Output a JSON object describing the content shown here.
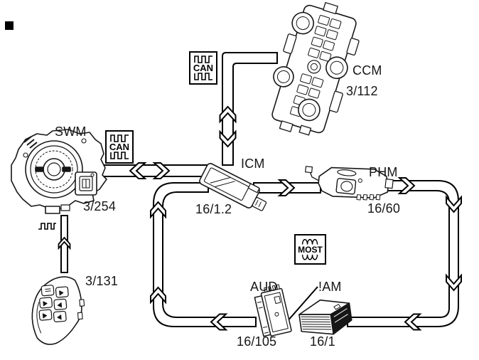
{
  "modules": {
    "swm": {
      "label": "SWM",
      "code": "3/254"
    },
    "ccm": {
      "label": "CCM",
      "code": "3/112"
    },
    "icm": {
      "label": "ICM",
      "code": "16/1.2"
    },
    "phm": {
      "label": "PHM",
      "code": "16/60"
    },
    "aud": {
      "label": "AUD",
      "code": "16/105"
    },
    "iam": {
      "label": "!AM",
      "code": "16/1"
    },
    "keypad": {
      "code": "3/131"
    }
  },
  "bus_labels": {
    "can_top": "CAN",
    "can_left": "CAN",
    "most": "MOST"
  },
  "colors": {
    "line": "#000000",
    "background": "#ffffff",
    "grille_fill": "#161616"
  }
}
